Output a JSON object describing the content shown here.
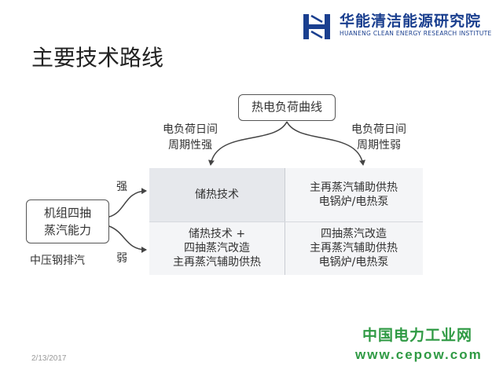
{
  "header": {
    "org_name": "华能清洁能源研究院",
    "org_name_en": "HUANENG CLEAN ENERGY RESEARCH INSTITUTE",
    "logo_icon": "huaneng-logo-icon",
    "brand_color": "#1a3f8f"
  },
  "title": "主要技术路线",
  "diagram": {
    "curve_box": "热电负荷曲线",
    "left_branch": [
      "电负荷日间",
      "周期性强"
    ],
    "right_branch": [
      "电负荷日间",
      "周期性弱"
    ],
    "source_box": [
      "机组四抽",
      "蒸汽能力"
    ],
    "strong_label": "强",
    "weak_label": "弱",
    "source_note": "中压钢排汽",
    "cells": {
      "top_left": [
        "储热技术"
      ],
      "top_right": [
        "主再蒸汽辅助供热",
        "电锅炉/电热泵"
      ],
      "bottom_left": [
        "储热技术 +",
        "四抽蒸汽改造",
        "主再蒸汽辅助供热"
      ],
      "bottom_right": [
        "四抽蒸汽改造",
        "主再蒸汽辅助供热",
        "电锅炉/电热泵"
      ]
    }
  },
  "footer": {
    "date": "2/13/2017",
    "watermark_cn": "中国电力工业网",
    "watermark_url": "www.cepow.com",
    "watermark_color": "#2f9a44"
  }
}
